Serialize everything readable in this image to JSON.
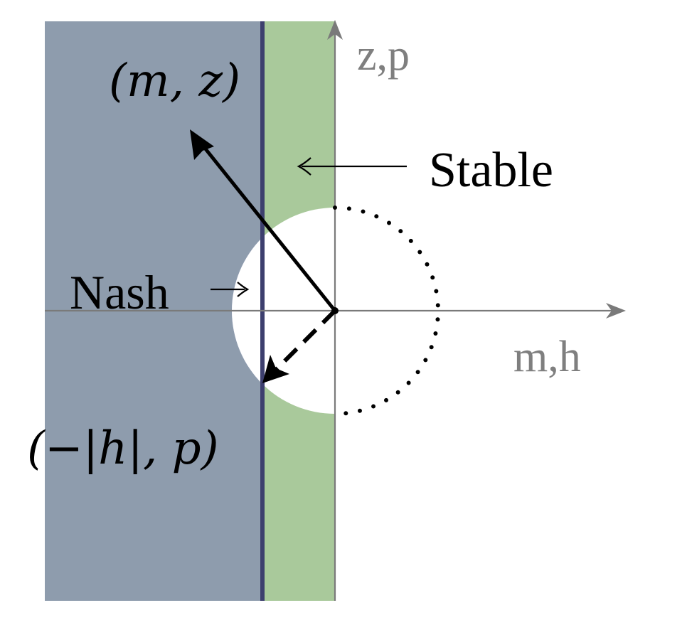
{
  "labels": {
    "vector_mz": "(m, z)",
    "vector_hp": "(−|h|, p)",
    "stable": "Stable",
    "nash": "Nash",
    "axis_vertical": "z,p",
    "axis_horizontal": "m,h"
  },
  "colors": {
    "slate_region": "#8e9cad",
    "green_region": "#a9c99b",
    "nash_region": "#b3b4e2",
    "boundary_line": "#3d3f6e",
    "axis": "#7a7a7a",
    "axis_text": "#7f7f7f",
    "ink": "#000000"
  }
}
